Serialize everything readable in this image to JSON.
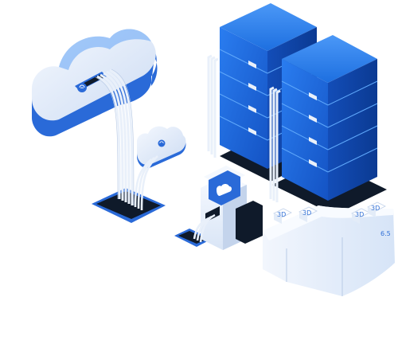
{
  "illustration": {
    "chip_labels": [
      "3D",
      "3D",
      "3D",
      "3D"
    ],
    "device_label": "6.5",
    "colors": {
      "cloud_top": "#7fb3f6",
      "cloud_body": "#dce8f8",
      "cloud_side": "#2a6ad8",
      "server_top": "#1d71e3",
      "server_front": "#1557c6",
      "server_side": "#0e3f9c",
      "pad_dark": "#0f1a2a",
      "cable": "#eef3fb",
      "panel": "#e8f0fb"
    }
  }
}
